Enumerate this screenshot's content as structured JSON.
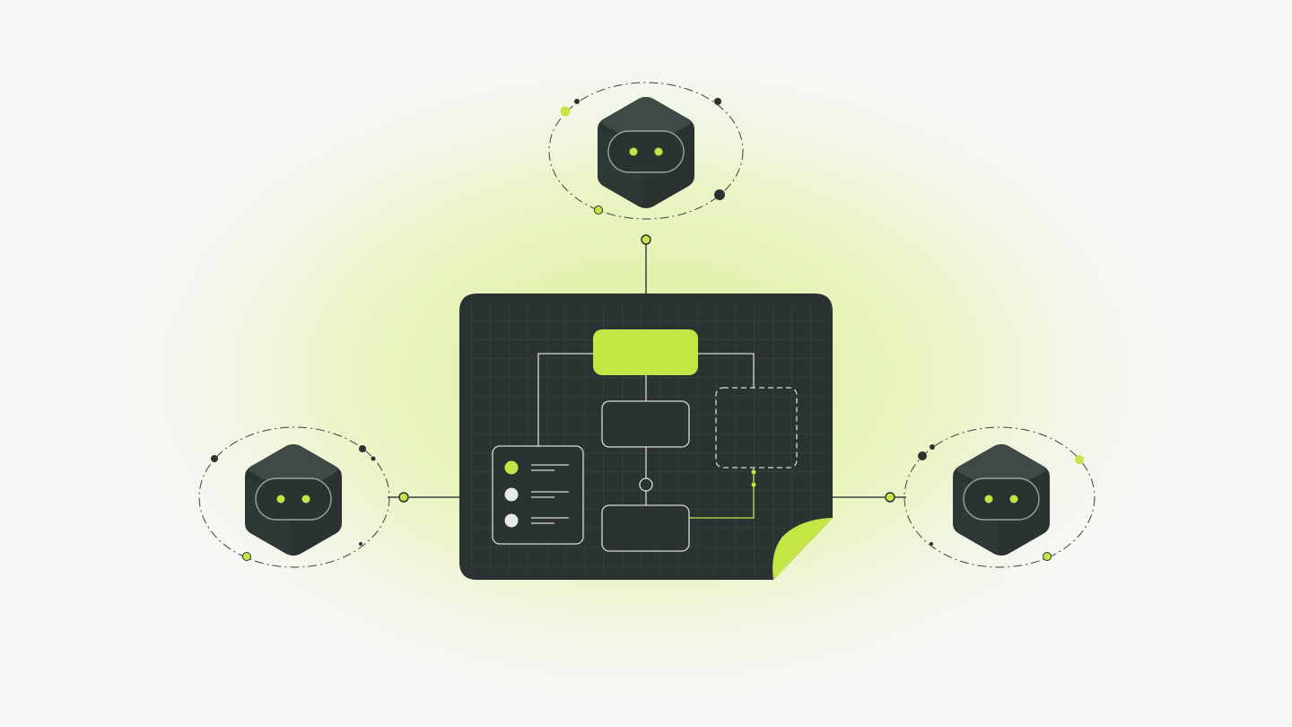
{
  "colors": {
    "background": "#f6f7f6",
    "glow": "#d9ee8a",
    "accent": "#c3e645",
    "dark": "#2a3331",
    "dark_face": "#37413f",
    "line": "#3a4240",
    "node_white": "#e8eae9"
  },
  "diagram": {
    "center": {
      "type": "flowchart-canvas",
      "icon": "blueprint-sheet-icon",
      "folded_corner": "accent",
      "blocks": [
        {
          "role": "start",
          "fill": "accent"
        },
        {
          "role": "process",
          "fill": "outline"
        },
        {
          "role": "decision",
          "fill": "outline-circle"
        },
        {
          "role": "process",
          "fill": "outline"
        },
        {
          "role": "placeholder",
          "fill": "dashed-outline"
        },
        {
          "role": "checklist",
          "items": [
            "active",
            "inactive",
            "inactive"
          ]
        }
      ]
    },
    "agents": [
      {
        "id": "agent-top",
        "icon": "robot-head-icon",
        "position": "top"
      },
      {
        "id": "agent-left",
        "icon": "robot-head-icon",
        "position": "left"
      },
      {
        "id": "agent-right",
        "icon": "robot-head-icon",
        "position": "right"
      }
    ]
  }
}
